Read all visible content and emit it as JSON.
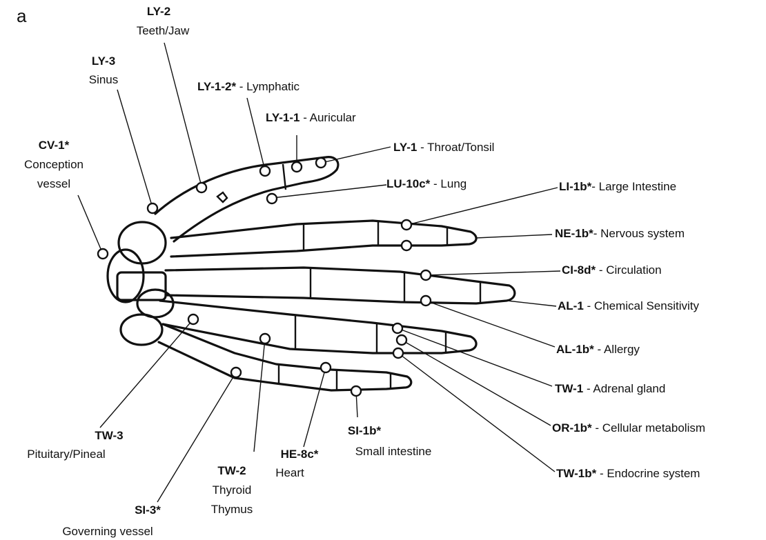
{
  "panel_label": "a",
  "points": [
    {
      "id": "ly2",
      "code": "LY-2",
      "desc": "Teeth/Jaw"
    },
    {
      "id": "ly3",
      "code": "LY-3",
      "desc": "Sinus"
    },
    {
      "id": "ly12",
      "code": "LY-1-2*",
      "desc": " - Lymphatic"
    },
    {
      "id": "ly11",
      "code": "LY-1-1",
      "desc": " - Auricular"
    },
    {
      "id": "cv1",
      "code": "CV-1*",
      "desc": "Conception",
      "desc2": "vessel"
    },
    {
      "id": "ly1",
      "code": "LY-1",
      "desc": " - Throat/Tonsil"
    },
    {
      "id": "lu10c",
      "code": "LU-10c*",
      "desc": " - Lung"
    },
    {
      "id": "li1b",
      "code": "LI-1b*",
      "desc": "- Large Intestine"
    },
    {
      "id": "ne1b",
      "code": "NE-1b*",
      "desc": "- Nervous system"
    },
    {
      "id": "ci8d",
      "code": "CI-8d*",
      "desc": " - Circulation"
    },
    {
      "id": "al1",
      "code": "AL-1",
      "desc": " - Chemical Sensitivity"
    },
    {
      "id": "al1b",
      "code": "AL-1b*",
      "desc": " - Allergy"
    },
    {
      "id": "tw1",
      "code": "TW-1",
      "desc": " - Adrenal gland"
    },
    {
      "id": "or1b",
      "code": "OR-1b*",
      "desc": " - Cellular metabolism"
    },
    {
      "id": "tw1b",
      "code": "TW-1b*",
      "desc": " - Endocrine system"
    },
    {
      "id": "tw3",
      "code": "TW-3",
      "desc": "Pituitary/Pineal"
    },
    {
      "id": "he8c",
      "code": "HE-8c*",
      "desc": "Heart"
    },
    {
      "id": "si1b",
      "code": "SI-1b*",
      "desc": "Small intestine"
    },
    {
      "id": "tw2",
      "code": "TW-2",
      "desc": "Thyroid",
      "desc2": "Thymus"
    },
    {
      "id": "si3",
      "code": "SI-3*",
      "desc": "Governing vessel"
    }
  ]
}
